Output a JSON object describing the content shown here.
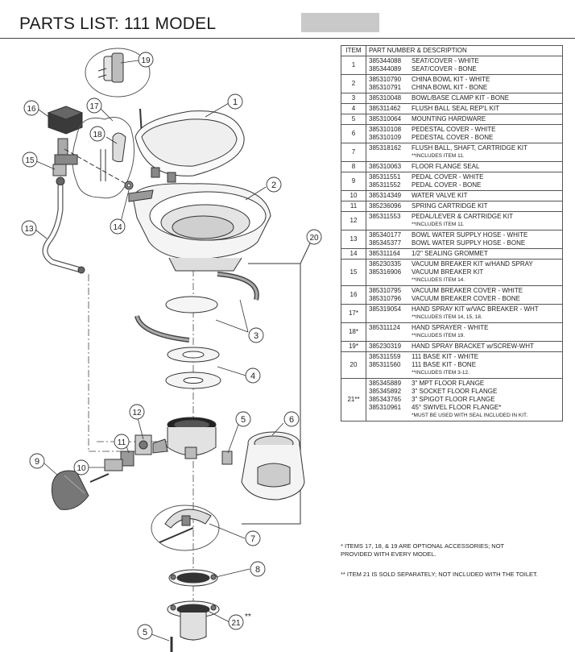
{
  "title": "PARTS LIST:  111 MODEL",
  "table": {
    "headers": {
      "item": "ITEM",
      "desc": "PART NUMBER & DESCRIPTION"
    },
    "rows": [
      {
        "item": "1",
        "lines": [
          {
            "num": "385344088",
            "desc": "SEAT/COVER - WHITE"
          },
          {
            "num": "385344089",
            "desc": "SEAT/COVER - BONE"
          }
        ]
      },
      {
        "item": "2",
        "lines": [
          {
            "num": "385310790",
            "desc": "CHINA BOWL KIT - WHITE"
          },
          {
            "num": "385310791",
            "desc": "CHINA BOWL KIT - BONE"
          }
        ]
      },
      {
        "item": "3",
        "lines": [
          {
            "num": "385310048",
            "desc": "BOWL/BASE CLAMP KIT - BONE"
          }
        ]
      },
      {
        "item": "4",
        "lines": [
          {
            "num": "385311462",
            "desc": "FLUSH BALL SEAL REP'L KIT"
          }
        ]
      },
      {
        "item": "5",
        "lines": [
          {
            "num": "385310064",
            "desc": "MOUNTING HARDWARE"
          }
        ]
      },
      {
        "item": "6",
        "lines": [
          {
            "num": "385310108",
            "desc": "PEDESTAL COVER - WHITE"
          },
          {
            "num": "385310109",
            "desc": "PEDESTAL COVER - BONE"
          }
        ]
      },
      {
        "item": "7",
        "lines": [
          {
            "num": "385318162",
            "desc": "FLUSH BALL, SHAFT, CARTRIDGE KIT"
          }
        ],
        "note": "**INCLUDES ITEM 11."
      },
      {
        "item": "8",
        "lines": [
          {
            "num": "385310063",
            "desc": "FLOOR FLANGE SEAL"
          }
        ]
      },
      {
        "item": "9",
        "lines": [
          {
            "num": "385311551",
            "desc": "PEDAL COVER - WHITE"
          },
          {
            "num": "385311552",
            "desc": "PEDAL COVER - BONE"
          }
        ]
      },
      {
        "item": "10",
        "lines": [
          {
            "num": "385314349",
            "desc": "WATER VALVE KIT"
          }
        ]
      },
      {
        "item": "11",
        "lines": [
          {
            "num": "385236096",
            "desc": "SPRING CARTRIDGE KIT"
          }
        ]
      },
      {
        "item": "12",
        "lines": [
          {
            "num": "385311553",
            "desc": "PEDAL/LEVER & CARTRIDGE KIT"
          }
        ],
        "note": "**INCLUDES ITEM 11."
      },
      {
        "item": "13",
        "lines": [
          {
            "num": "385340177",
            "desc": "BOWL WATER SUPPLY HOSE - WHITE"
          },
          {
            "num": "385345377",
            "desc": "BOWL WATER SUPPLY HOSE - BONE"
          }
        ]
      },
      {
        "item": "14",
        "lines": [
          {
            "num": "385311164",
            "desc": "1/2\" SEALING GROMMET"
          }
        ]
      },
      {
        "item": "15",
        "lines": [
          {
            "num": "385230335",
            "desc": "VACUUM BREAKER KIT w/HAND SPRAY"
          },
          {
            "num": "385316906",
            "desc": "VACUUM BREAKER KIT"
          }
        ],
        "note": "**INCLUDES ITEM 14."
      },
      {
        "item": "16",
        "lines": [
          {
            "num": "385310795",
            "desc": "VACUUM BREAKER COVER - WHITE"
          },
          {
            "num": "385310796",
            "desc": "VACUUM BREAKER COVER - BONE"
          }
        ]
      },
      {
        "item": "17*",
        "lines": [
          {
            "num": "385319054",
            "desc": "HAND SPRAY KIT w/VAC BREAKER - WHT"
          }
        ],
        "note": "**INCLUDES ITEM 14, 15, 18."
      },
      {
        "item": "18*",
        "lines": [
          {
            "num": "385311124",
            "desc": "HAND SPRAYER - WHITE"
          }
        ],
        "note": "**INCLUDES ITEM 19."
      },
      {
        "item": "19*",
        "lines": [
          {
            "num": "385230319",
            "desc": "HAND SPRAY BRACKET w/SCREW-WHT"
          }
        ]
      },
      {
        "item": "20",
        "lines": [
          {
            "num": "385311559",
            "desc": "111 BASE KIT - WHITE"
          },
          {
            "num": "385311560",
            "desc": "111 BASE KIT - BONE"
          }
        ],
        "note": "**INCLUDES ITEM 3-12."
      },
      {
        "item": "21**",
        "lines": [
          {
            "num": "385345889",
            "desc": "3\" MPT FLOOR FLANGE"
          },
          {
            "num": "385345892",
            "desc": "3\" SOCKET FLOOR FLANGE"
          },
          {
            "num": "385343765",
            "desc": "3\" SPIGOT FLOOR FLANGE"
          },
          {
            "num": "385310961",
            "desc": "45° SWIVEL FLOOR FLANGE*"
          }
        ],
        "note": "*MUST BE USED WITH SEAL INCLUDED IN KIT."
      }
    ]
  },
  "footnotes": [
    "* ITEMS 17, 18, & 19 ARE OPTIONAL ACCESSORIES; NOT PROVIDED WITH EVERY MODEL.",
    "** ITEM 21 IS SOLD SEPARATELY; NOT INCLUDED WITH THE TOILET."
  ],
  "callouts": {
    "c1": "1",
    "c2": "2",
    "c3": "3",
    "c4": "4",
    "c5a": "5",
    "c5b": "5",
    "c6": "6",
    "c7": "7",
    "c8": "8",
    "c9": "9",
    "c10": "10",
    "c11": "11",
    "c12": "12",
    "c13": "13",
    "c14": "14",
    "c15": "15",
    "c16": "16",
    "c17": "17",
    "c18": "18",
    "c19": "19",
    "c20": "20",
    "c21": "21",
    "c21mark": "**"
  }
}
